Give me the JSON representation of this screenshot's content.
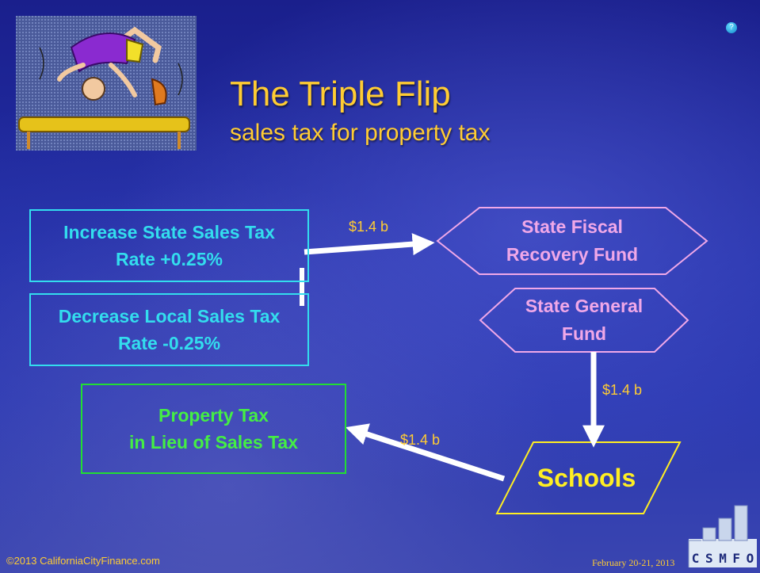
{
  "slide": {
    "title": "The Triple Flip",
    "subtitle": "sales tax for property tax"
  },
  "boxes": {
    "increase": [
      "Increase State Sales Tax",
      "Rate +0.25%"
    ],
    "decrease": [
      "Decrease Local Sales Tax",
      "Rate -0.25%"
    ],
    "property": [
      "Property Tax",
      "in Lieu of Sales Tax"
    ]
  },
  "hexagons": {
    "recovery": [
      "State Fiscal",
      "Recovery Fund"
    ],
    "general": [
      "State General",
      "Fund"
    ]
  },
  "schools": "Schools",
  "amounts": {
    "to_recovery": "$1.4 b",
    "to_schools": "$1.4 b",
    "to_property": "$1.4 b"
  },
  "footer": {
    "copyright": "©2013 CaliforniaCityFinance.com",
    "date": "February 20-21, 2013",
    "logo_letters": [
      "C",
      "S",
      "M",
      "F",
      "O"
    ]
  },
  "icons": {
    "help": "help-icon",
    "clipart": "gymnast-clipart-icon",
    "logo": "csmfo-logo-icon"
  },
  "colors": {
    "title": "#ffcc33",
    "cyan_box": "#33ddee",
    "green_box": "#44ee44",
    "hexagon": "#f0a8e8",
    "schools": "#ffee22",
    "arrow": "#ffffff"
  }
}
